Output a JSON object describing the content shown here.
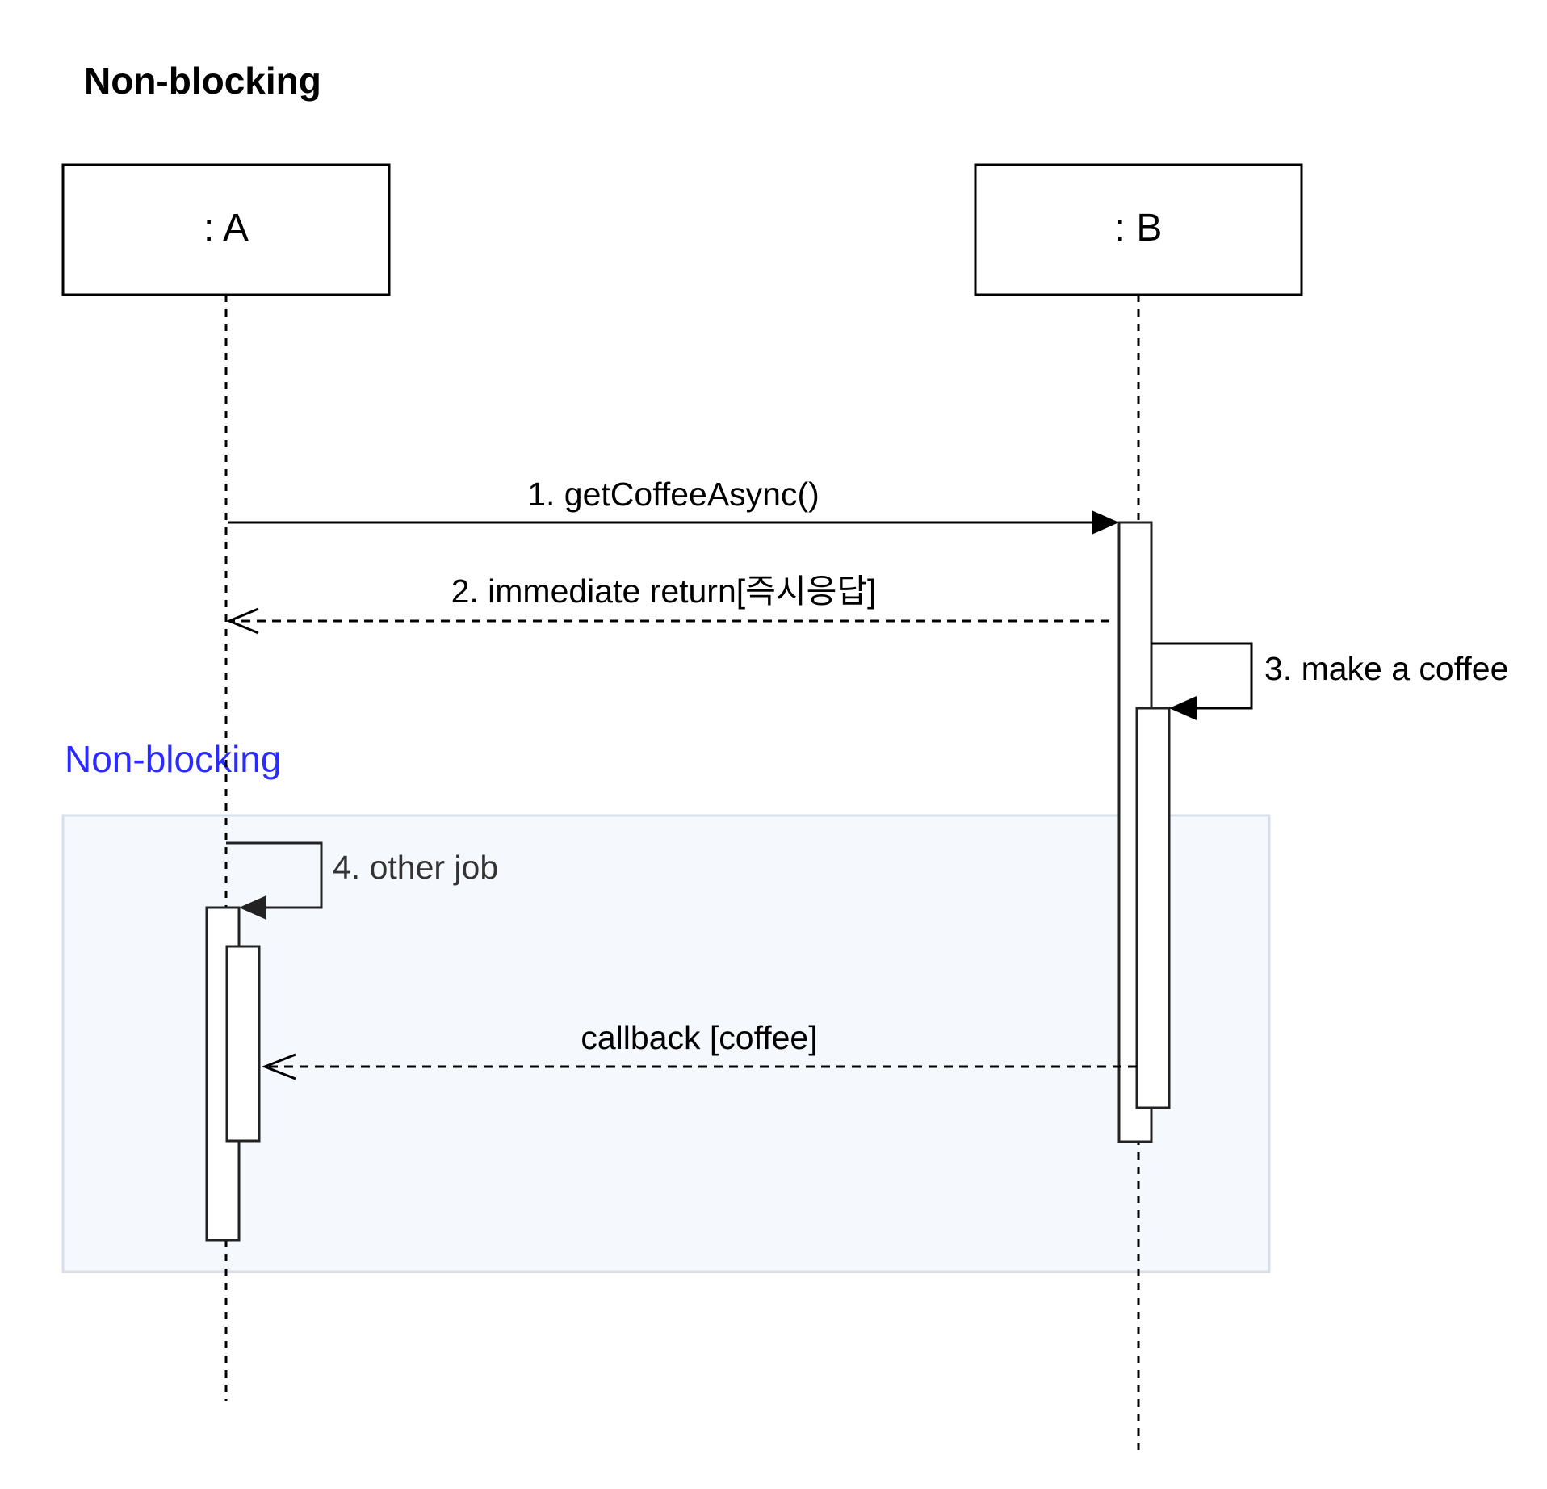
{
  "diagram": {
    "title": "Non-blocking",
    "participants": [
      {
        "id": "A",
        "label": ": A"
      },
      {
        "id": "B",
        "label": ": B"
      }
    ],
    "messages": [
      {
        "id": "m1",
        "label": "1. getCoffeeAsync()",
        "from": "A",
        "to": "B",
        "style": "solid"
      },
      {
        "id": "m2",
        "label": "2. immediate return[즉시응답]",
        "from": "B",
        "to": "A",
        "style": "dashed"
      },
      {
        "id": "m3",
        "label": "3. make a coffee",
        "from": "B",
        "to": "B",
        "style": "self"
      },
      {
        "id": "m4",
        "label": "4. other job",
        "from": "A",
        "to": "A",
        "style": "self"
      },
      {
        "id": "m5",
        "label": "callback [coffee]",
        "from": "B",
        "to": "A",
        "style": "dashed"
      }
    ],
    "region": {
      "label": "Non-blocking"
    },
    "colors": {
      "line": "#000000",
      "region_fill": "#f5f8fd",
      "region_stroke": "#d6dfea",
      "region_label": "#2b2bff",
      "activation_fill": "#ffffff",
      "activation_stroke": "#222222"
    }
  }
}
